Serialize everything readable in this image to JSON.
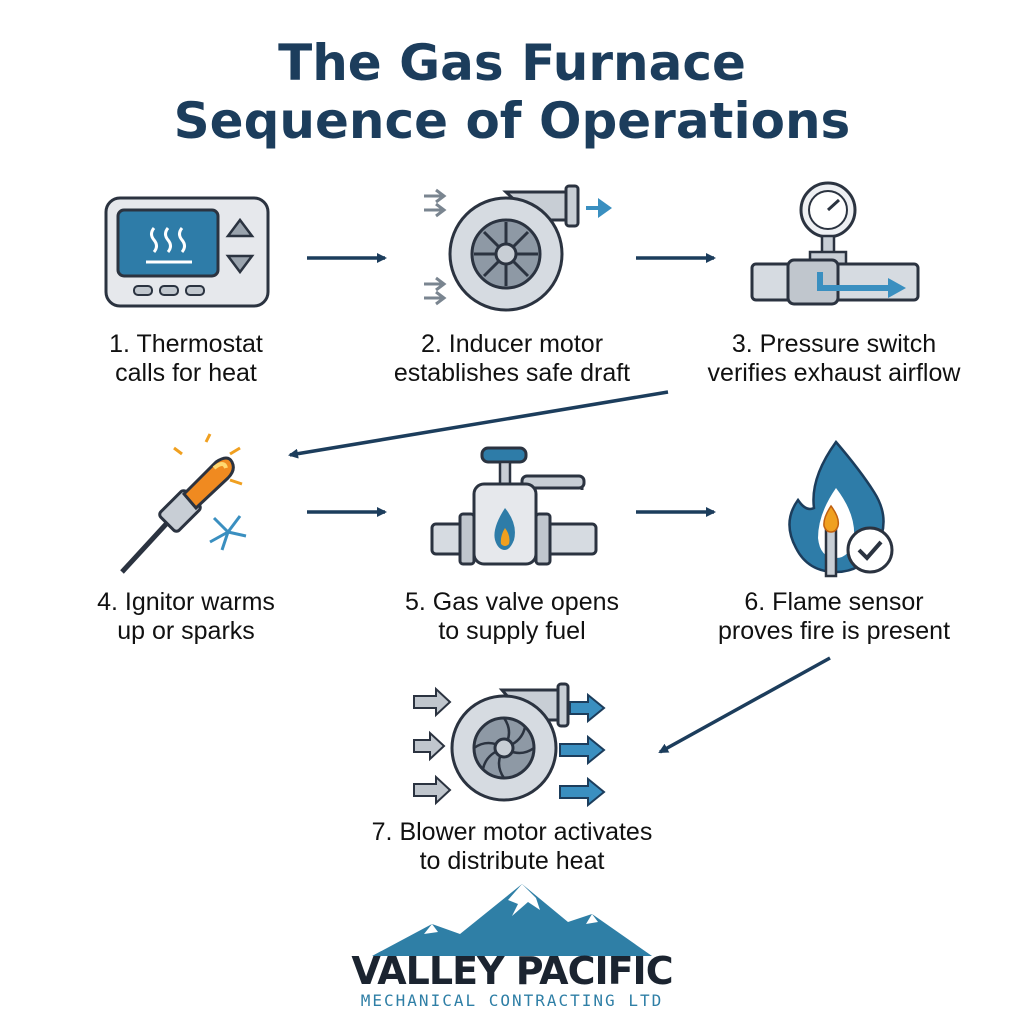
{
  "title": {
    "line1": "The Gas Furnace",
    "line2": "Sequence of Operations"
  },
  "steps": [
    {
      "line1": "1. Thermostat",
      "line2": "calls for heat",
      "icon": "thermostat-icon"
    },
    {
      "line1": "2. Inducer motor",
      "line2": "establishes safe draft",
      "icon": "inducer-fan-icon"
    },
    {
      "line1": "3. Pressure switch",
      "line2": "verifies exhaust airflow",
      "icon": "pressure-gauge-icon"
    },
    {
      "line1": "4. Ignitor warms",
      "line2": "up or sparks",
      "icon": "ignitor-icon"
    },
    {
      "line1": "5. Gas valve opens",
      "line2": "to supply fuel",
      "icon": "gas-valve-icon"
    },
    {
      "line1": "6. Flame sensor",
      "line2": "proves fire is present",
      "icon": "flame-sensor-icon"
    },
    {
      "line1": "7. Blower motor activates",
      "line2": "to distribute heat",
      "icon": "blower-fan-icon"
    }
  ],
  "logo": {
    "name": "VALLEY PACIFIC",
    "tagline": "MECHANICAL CONTRACTING LTD",
    "icon": "mountain-logo-icon"
  },
  "colors": {
    "title": "#1c3d5c",
    "arrow": "#1c3d5c",
    "accent_blue": "#2f7fa6",
    "flame_orange": "#f0a020"
  }
}
